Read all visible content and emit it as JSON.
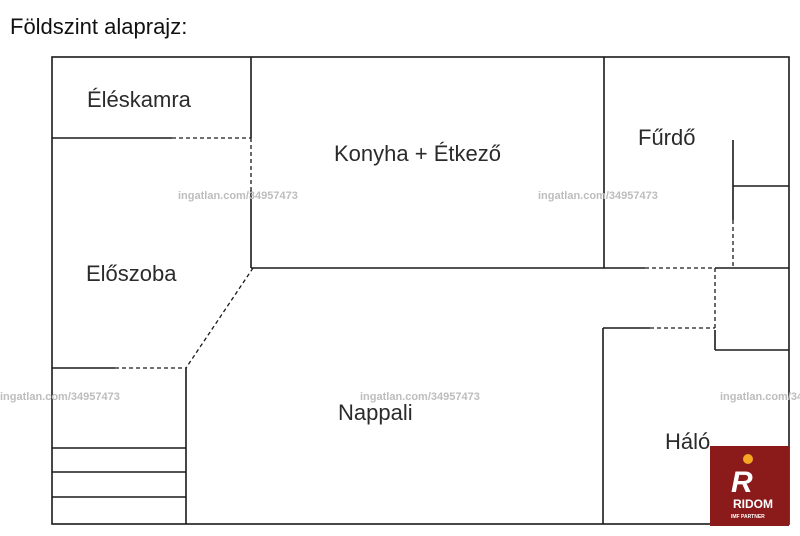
{
  "title": "Földszint alaprajz:",
  "rooms": {
    "eleskamra": "Éléskamra",
    "konyha": "Konyha + Étkező",
    "furdo": "Fűrdő",
    "eloszoba": "Előszoba",
    "nappali": "Nappali",
    "halo": "Háló"
  },
  "watermark": "ingatlan.com/34957473",
  "logo": {
    "name": "RIDOM",
    "monogram": "R",
    "tagline": "IMF PARTNER",
    "background": "#8b1a1a",
    "accent": "#f5a623"
  }
}
